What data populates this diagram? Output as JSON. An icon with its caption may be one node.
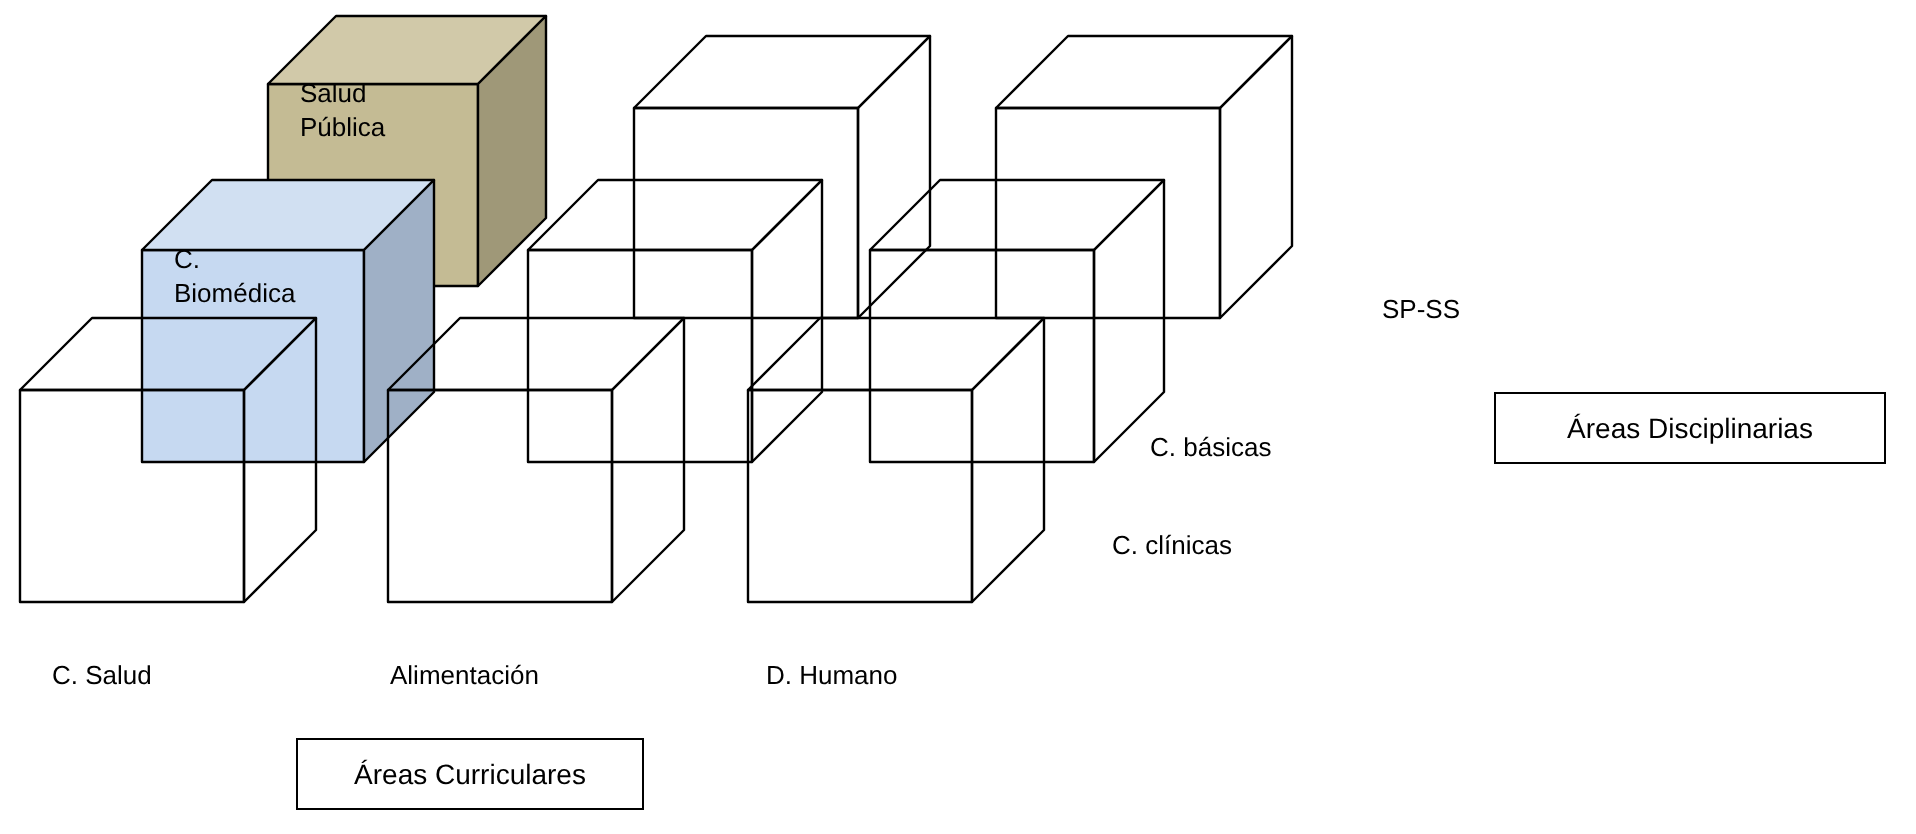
{
  "diagram": {
    "nodes": [
      {
        "text": [
          "Salud Pública"
        ]
      },
      {
        "text": [],
        "shape": "cube"
      },
      {
        "text": [],
        "shape": "cube"
      },
      {
        "text": [
          "C. Biomédica"
        ]
      },
      {
        "text": [],
        "shape": "cube"
      },
      {
        "text": [],
        "shape": "cube"
      },
      {
        "text": [],
        "shape": "cube"
      },
      {
        "text": [],
        "shape": "cube"
      },
      {
        "text": [],
        "shape": "cube"
      },
      {
        "text": [
          "Áreas Disciplinarias"
        ]
      },
      {
        "text": [
          "Áreas Curriculares"
        ]
      }
    ],
    "labels": [
      "SP-SS",
      "C. básicas",
      "C. clínicas",
      "C. Salud",
      "Alimentación",
      "D. Humano"
    ]
  }
}
